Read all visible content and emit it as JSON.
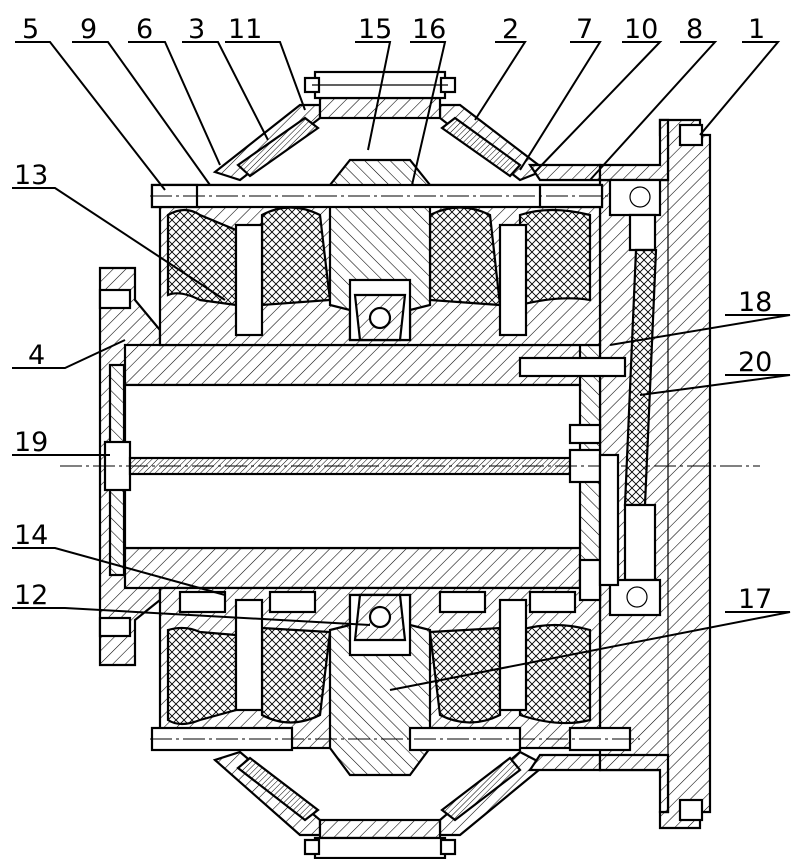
{
  "drawing": {
    "callouts_top": [
      {
        "id": "c5",
        "text": "5"
      },
      {
        "id": "c9",
        "text": "9"
      },
      {
        "id": "c6",
        "text": "6"
      },
      {
        "id": "c3",
        "text": "3"
      },
      {
        "id": "c11",
        "text": "11"
      },
      {
        "id": "c15",
        "text": "15"
      },
      {
        "id": "c16",
        "text": "16"
      },
      {
        "id": "c2",
        "text": "2"
      },
      {
        "id": "c7",
        "text": "7"
      },
      {
        "id": "c10",
        "text": "10"
      },
      {
        "id": "c8",
        "text": "8"
      },
      {
        "id": "c1",
        "text": "1"
      }
    ],
    "callouts_side": [
      {
        "id": "c13",
        "text": "13"
      },
      {
        "id": "c18",
        "text": "18"
      },
      {
        "id": "c4",
        "text": "4"
      },
      {
        "id": "c20",
        "text": "20"
      },
      {
        "id": "c19",
        "text": "19"
      },
      {
        "id": "c14",
        "text": "14"
      },
      {
        "id": "c12",
        "text": "12"
      },
      {
        "id": "c17",
        "text": "17"
      }
    ]
  }
}
